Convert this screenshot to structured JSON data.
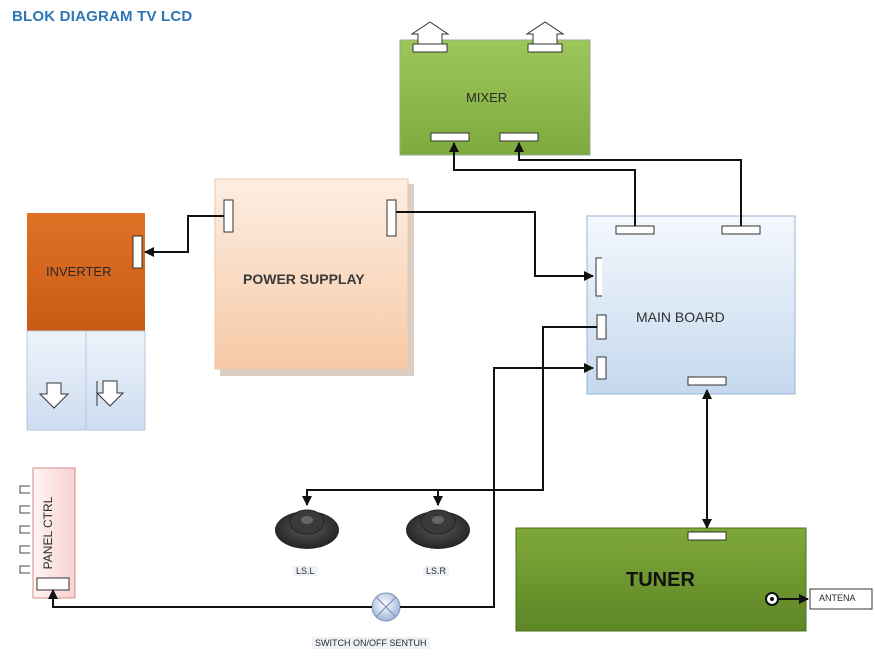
{
  "title": "BLOK DIAGRAM TV LCD",
  "blocks": {
    "mixer": "MIXER",
    "power_supply": "POWER SUPPLAY",
    "inverter": "INVERTER",
    "main_board": "MAIN BOARD",
    "tuner": "TUNER",
    "panel_ctrl": "PANEL CTRL"
  },
  "labels": {
    "speaker_left": "LS.L",
    "speaker_right": "LS.R",
    "switch": "SWITCH ON/OFF SENTUH",
    "antenna": "ANTENA"
  },
  "colors": {
    "title": "#2e75b6",
    "mixer": "#8dba4a",
    "inverter": "#d9661c",
    "power_supply": "#fbe0cc",
    "main_board": "#dce8f5",
    "tuner": "#6f9a30",
    "panel_ctrl": "#fbe3e3"
  }
}
